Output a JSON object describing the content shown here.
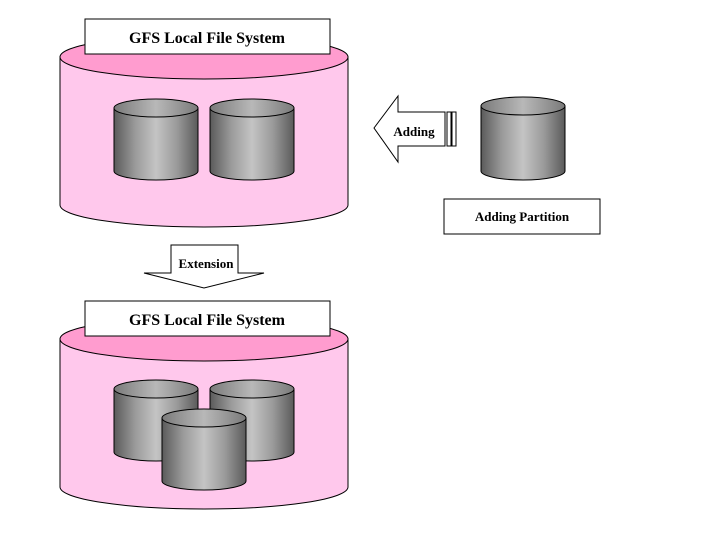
{
  "top_system": {
    "title": "GFS Local File System",
    "disk_count": 2
  },
  "bottom_system": {
    "title": "GFS Local File System",
    "disk_count": 3
  },
  "adding_arrow": {
    "label": "Adding"
  },
  "extension_arrow": {
    "label": "Extension"
  },
  "new_partition": {
    "label": "Adding Partition"
  },
  "colors": {
    "container_fill": "#ffc8ec",
    "container_top": "#ff9ccf",
    "disk_light": "#c4c4c4",
    "disk_dark": "#5a5a5a",
    "outline": "#000000"
  }
}
